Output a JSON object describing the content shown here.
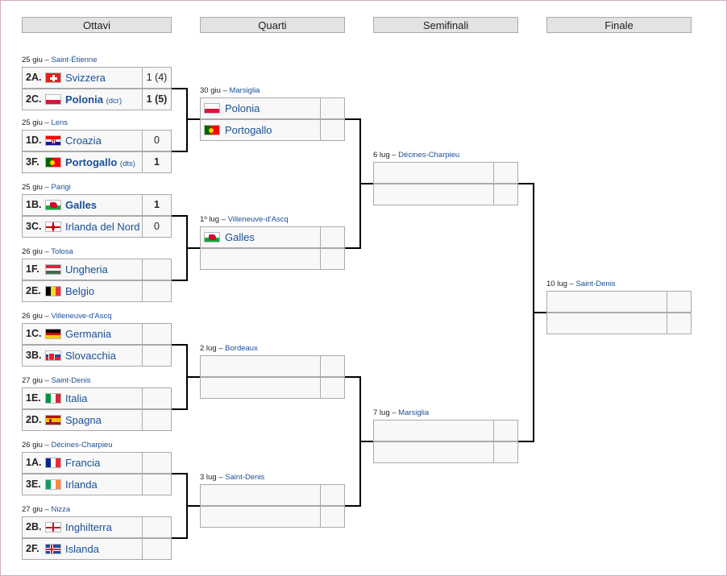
{
  "rounds": [
    "Ottavi",
    "Quarti",
    "Semifinali",
    "Finale"
  ],
  "r16": [
    {
      "date": "25 giu",
      "place": "Saint-Étienne",
      "teams": [
        {
          "seed": "2A.",
          "flag": "switzerland-flag",
          "name": "Svizzera",
          "note": "",
          "score": "1 (4)",
          "winner": false
        },
        {
          "seed": "2C.",
          "flag": "poland-flag",
          "name": "Polonia",
          "note": "(dcr)",
          "score": "1 (5)",
          "winner": true
        }
      ]
    },
    {
      "date": "25 giu",
      "place": "Lens",
      "teams": [
        {
          "seed": "1D.",
          "flag": "croatia-flag",
          "name": "Croazia",
          "note": "",
          "score": "0",
          "winner": false
        },
        {
          "seed": "3F.",
          "flag": "portugal-flag",
          "name": "Portogallo",
          "note": "(dts)",
          "score": "1",
          "winner": true
        }
      ]
    },
    {
      "date": "25 giu",
      "place": "Parigi",
      "teams": [
        {
          "seed": "1B.",
          "flag": "wales-flag",
          "name": "Galles",
          "note": "",
          "score": "1",
          "winner": true
        },
        {
          "seed": "3C.",
          "flag": "northern-ireland-flag",
          "name": "Irlanda del Nord",
          "note": "",
          "score": "0",
          "winner": false
        }
      ]
    },
    {
      "date": "26 giu",
      "place": "Tolosa",
      "teams": [
        {
          "seed": "1F.",
          "flag": "hungary-flag",
          "name": "Ungheria",
          "note": "",
          "score": "",
          "winner": false
        },
        {
          "seed": "2E.",
          "flag": "belgium-flag",
          "name": "Belgio",
          "note": "",
          "score": "",
          "winner": false
        }
      ]
    },
    {
      "date": "26 giu",
      "place": "Villeneuve-d'Ascq",
      "teams": [
        {
          "seed": "1C.",
          "flag": "germany-flag",
          "name": "Germania",
          "note": "",
          "score": "",
          "winner": false
        },
        {
          "seed": "3B.",
          "flag": "slovakia-flag",
          "name": "Slovacchia",
          "note": "",
          "score": "",
          "winner": false
        }
      ]
    },
    {
      "date": "27 giu",
      "place": "Saint-Denis",
      "teams": [
        {
          "seed": "1E.",
          "flag": "italy-flag",
          "name": "Italia",
          "note": "",
          "score": "",
          "winner": false
        },
        {
          "seed": "2D.",
          "flag": "spain-flag",
          "name": "Spagna",
          "note": "",
          "score": "",
          "winner": false
        }
      ]
    },
    {
      "date": "26 giu",
      "place": "Décines-Charpieu",
      "teams": [
        {
          "seed": "1A.",
          "flag": "france-flag",
          "name": "Francia",
          "note": "",
          "score": "",
          "winner": false
        },
        {
          "seed": "3E.",
          "flag": "ireland-flag",
          "name": "Irlanda",
          "note": "",
          "score": "",
          "winner": false
        }
      ]
    },
    {
      "date": "27 giu",
      "place": "Nizza",
      "teams": [
        {
          "seed": "2B.",
          "flag": "england-flag",
          "name": "Inghilterra",
          "note": "",
          "score": "",
          "winner": false
        },
        {
          "seed": "2F.",
          "flag": "iceland-flag",
          "name": "Islanda",
          "note": "",
          "score": "",
          "winner": false
        }
      ]
    }
  ],
  "qf": [
    {
      "date": "30 giu",
      "place": "Marsiglia",
      "teams": [
        {
          "flag": "poland-flag",
          "name": "Polonia"
        },
        {
          "flag": "portugal-flag",
          "name": "Portogallo"
        }
      ]
    },
    {
      "date": "1º lug",
      "place": "Villeneuve-d'Ascq",
      "teams": [
        {
          "flag": "wales-flag",
          "name": "Galles"
        },
        {
          "flag": "",
          "name": ""
        }
      ]
    },
    {
      "date": "2 lug",
      "place": "Bordeaux",
      "teams": [
        {
          "flag": "",
          "name": ""
        },
        {
          "flag": "",
          "name": ""
        }
      ]
    },
    {
      "date": "3 lug",
      "place": "Saint-Denis",
      "teams": [
        {
          "flag": "",
          "name": ""
        },
        {
          "flag": "",
          "name": ""
        }
      ]
    }
  ],
  "sf": [
    {
      "date": "6 lug",
      "place": "Décines-Charpieu",
      "teams": [
        {
          "flag": "",
          "name": ""
        },
        {
          "flag": "",
          "name": ""
        }
      ]
    },
    {
      "date": "7 lug",
      "place": "Marsiglia",
      "teams": [
        {
          "flag": "",
          "name": ""
        },
        {
          "flag": "",
          "name": ""
        }
      ]
    }
  ],
  "final": [
    {
      "date": "10 lug",
      "place": "Saint-Denis",
      "teams": [
        {
          "flag": "",
          "name": ""
        },
        {
          "flag": "",
          "name": ""
        }
      ]
    }
  ],
  "colors": {
    "link": "#1a4f96",
    "header_bg": "#e3e3e3",
    "cell_bg": "#f8f8f8",
    "border": "#aaaaaa"
  }
}
